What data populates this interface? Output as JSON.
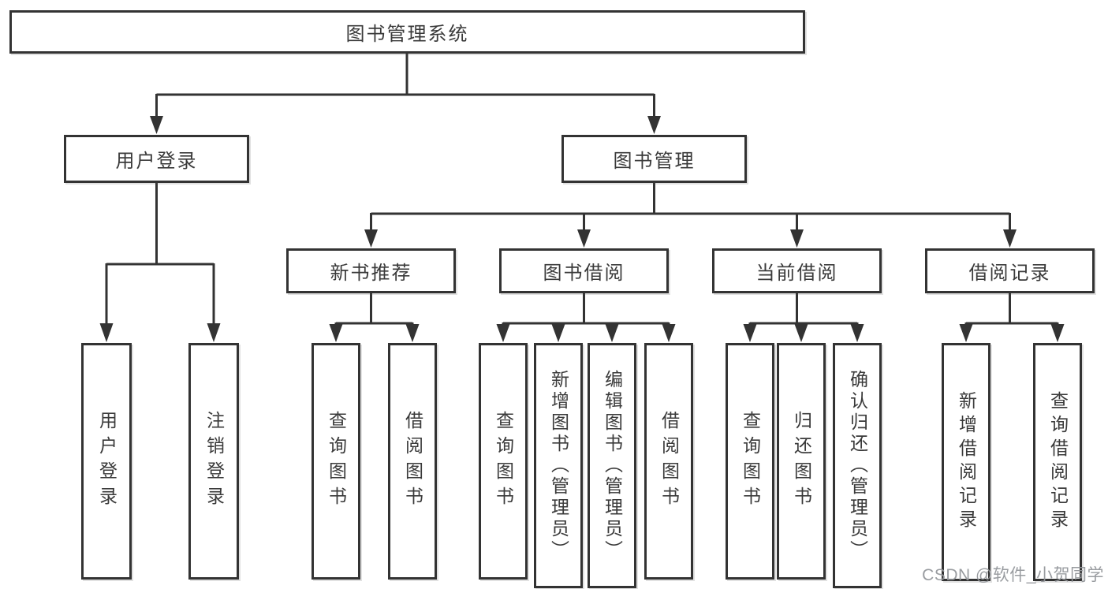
{
  "tree": {
    "root": {
      "label": "图书管理系统",
      "children": [
        {
          "label": "用户登录",
          "children": [
            {
              "label": "用户登录"
            },
            {
              "label": "注销登录"
            }
          ]
        },
        {
          "label": "图书管理",
          "children": [
            {
              "label": "新书推荐",
              "children": [
                {
                  "label": "查询图书"
                },
                {
                  "label": "借阅图书"
                }
              ]
            },
            {
              "label": "图书借阅",
              "children": [
                {
                  "label": "查询图书"
                },
                {
                  "label": "新增图书（管理员）"
                },
                {
                  "label": "编辑图书（管理员）"
                },
                {
                  "label": "借阅图书"
                }
              ]
            },
            {
              "label": "当前借阅",
              "children": [
                {
                  "label": "查询图书"
                },
                {
                  "label": "归还图书"
                },
                {
                  "label": "确认归还（管理员）"
                }
              ]
            },
            {
              "label": "借阅记录",
              "children": [
                {
                  "label": "新增借阅记录"
                },
                {
                  "label": "查询借阅记录"
                }
              ]
            }
          ]
        }
      ]
    }
  },
  "watermark": {
    "text": "CSDN @软件_小贺同学"
  },
  "colors": {
    "line": "#333333",
    "box_border": "#333333",
    "text": "#3a3a3a",
    "background": "#ffffff",
    "watermark": "#94979b"
  }
}
